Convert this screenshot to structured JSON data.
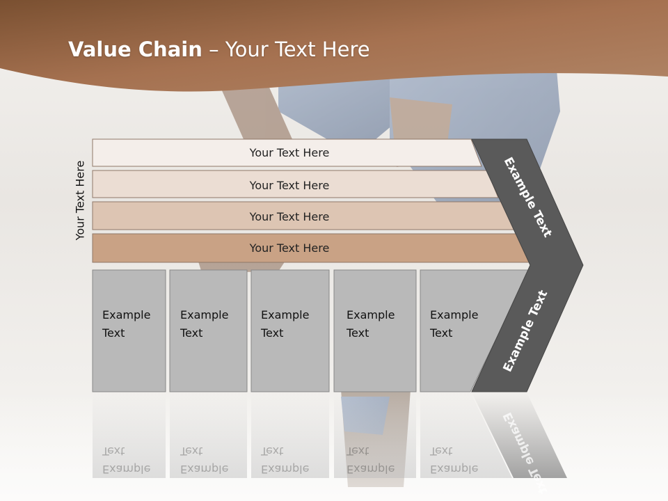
{
  "slide": {
    "title_bold": "Value Chain",
    "title_rest": " – Your Text Here"
  },
  "diagram": {
    "side_label": "Your Text Here",
    "support_rows": [
      {
        "label": "Your Text Here",
        "fill": "#f4eeea"
      },
      {
        "label": "Your Text Here",
        "fill": "#ebddd3"
      },
      {
        "label": "Your Text Here",
        "fill": "#ddc5b3"
      },
      {
        "label": "Your Text Here",
        "fill": "#c9a285"
      }
    ],
    "primary_boxes": [
      {
        "line1": "Example",
        "line2": "Text"
      },
      {
        "line1": "Example",
        "line2": "Text"
      },
      {
        "line1": "Example",
        "line2": "Text"
      },
      {
        "line1": "Example",
        "line2": "Text"
      },
      {
        "line1": "Example",
        "line2": "Text"
      }
    ],
    "arrow_upper_label": "Example Text",
    "arrow_lower_label": "Example Text"
  },
  "colors": {
    "header": "#9a6a48",
    "box_fill": "#b9b9b9",
    "arrow_fill": "#5a5a5a"
  }
}
